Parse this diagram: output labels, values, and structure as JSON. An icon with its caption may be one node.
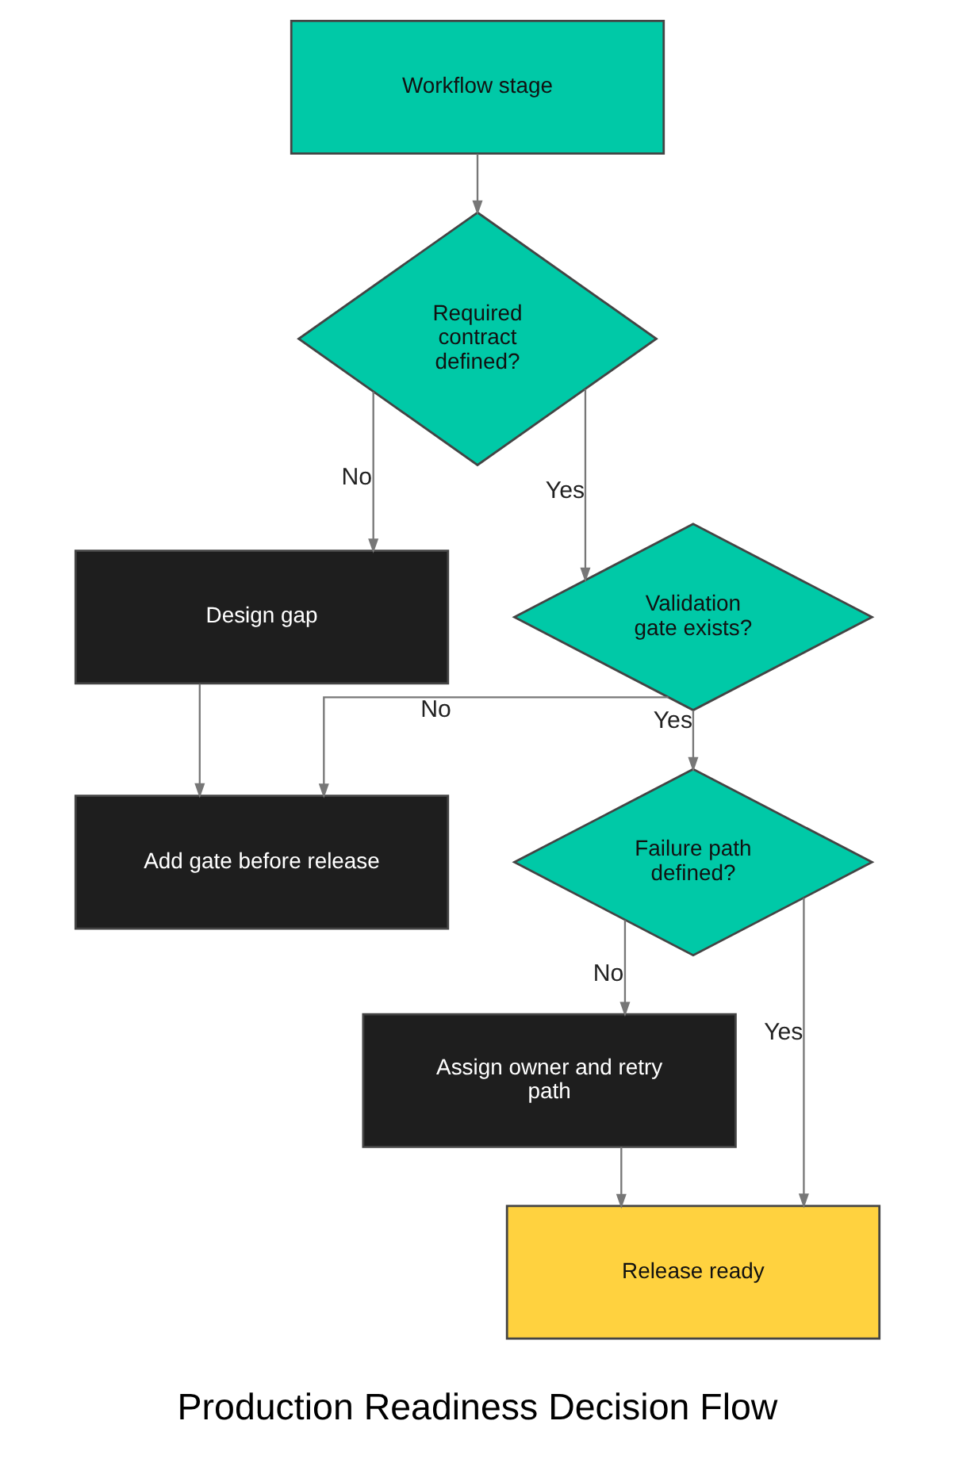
{
  "diagram": {
    "caption": "Production Readiness Decision Flow",
    "nodes": [
      {
        "text": [
          "Workflow stage"
        ]
      },
      {
        "text": [
          "Required contract defined?"
        ]
      },
      {
        "text": [
          "Design gap"
        ]
      },
      {
        "text": [
          "Validation gate exists?"
        ]
      },
      {
        "text": [
          "Add gate before release"
        ]
      },
      {
        "text": [
          "Failure path defined?"
        ]
      },
      {
        "text": [
          "Assign owner and retry path"
        ]
      },
      {
        "text": [
          "Release ready"
        ]
      }
    ],
    "edges": [
      {
        "from": 0,
        "to": 1,
        "arrow": "to"
      },
      {
        "from": 1,
        "to": 3,
        "arrow": "to",
        "label": "Yes"
      },
      {
        "from": 1,
        "to": 2,
        "arrow": "to",
        "label": "No"
      },
      {
        "from": 2,
        "to": 4,
        "arrow": "to"
      },
      {
        "from": 3,
        "to": 4,
        "arrow": "to",
        "label": "No"
      },
      {
        "from": 3,
        "to": 5,
        "arrow": "to",
        "label": "Yes"
      },
      {
        "from": 5,
        "to": 6,
        "arrow": "to",
        "label": "No"
      },
      {
        "from": 6,
        "to": 7,
        "arrow": "to"
      },
      {
        "from": 5,
        "to": 7,
        "arrow": "to",
        "label": "Yes"
      }
    ]
  }
}
